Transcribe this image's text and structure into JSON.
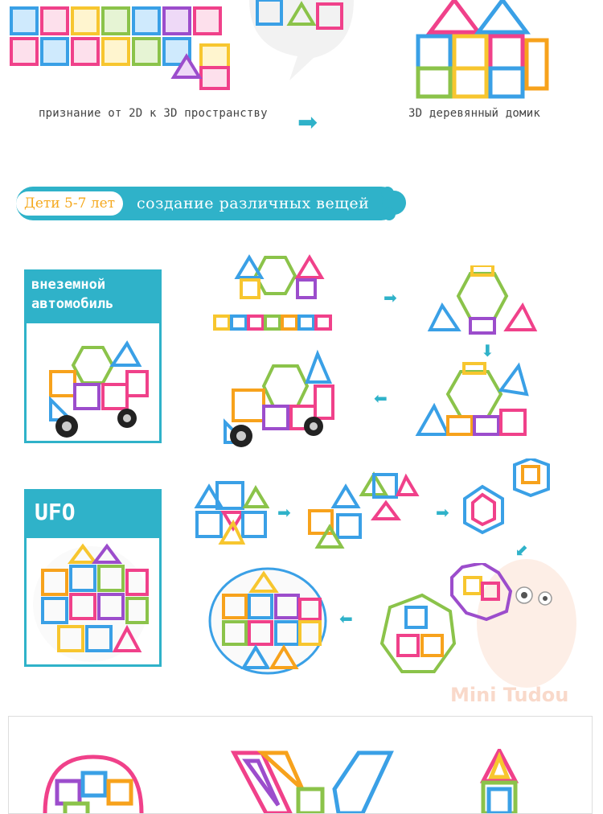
{
  "top_section": {
    "left_caption": "признание от 2D к 3D пространству",
    "right_caption": "3D деревянный домик"
  },
  "banner": {
    "age_label": "Дети 5-7 лет",
    "title": "создание различных вещей"
  },
  "cards": [
    {
      "title_line1": "внеземной",
      "title_line2": "автомобиль"
    },
    {
      "title": "UFO"
    }
  ],
  "watermark": "Mini Tudou",
  "colors": {
    "accent": "#2fb2c9",
    "age_text": "#f5a81c"
  }
}
